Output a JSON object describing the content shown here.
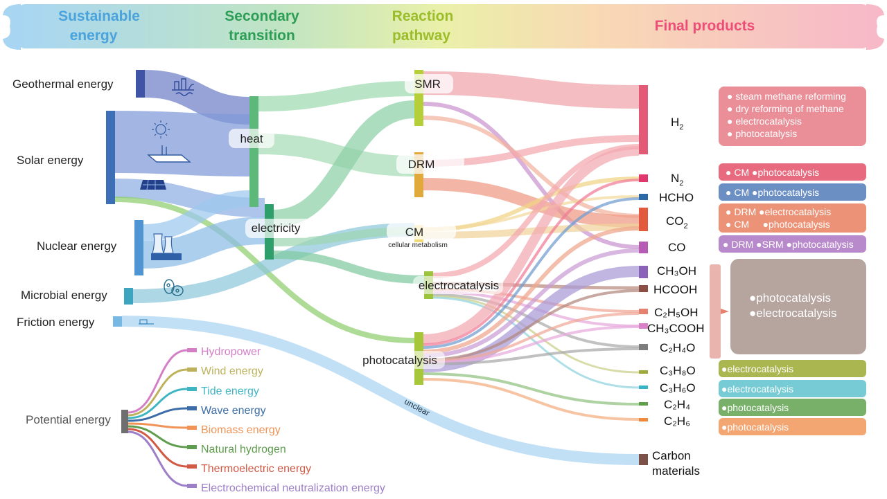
{
  "header": {
    "stages": [
      {
        "lines": [
          "Sustainable",
          "energy"
        ],
        "color": "#4aa3dc"
      },
      {
        "lines": [
          "Secondary",
          "transition"
        ],
        "color": "#2e9e56"
      },
      {
        "lines": [
          "Reaction",
          "pathway"
        ],
        "color": "#9bbd2a"
      },
      {
        "lines": [
          "Final products"
        ],
        "color": "#ee4d78"
      }
    ]
  },
  "sources": [
    {
      "id": "geo",
      "label": "Geothermal energy",
      "color": "#3f54a6",
      "icon": "geothermal-icon"
    },
    {
      "id": "solar",
      "label": "Solar energy",
      "color": "#3c6fb6",
      "icon": "solar-panel-icon"
    },
    {
      "id": "nuclear",
      "label": "Nuclear energy",
      "color": "#4f95d3",
      "icon": "nuclear-plant-icon"
    },
    {
      "id": "microbial",
      "label": "Microbial energy",
      "color": "#3ea5c1",
      "icon": "microbe-icon"
    },
    {
      "id": "friction",
      "label": "Friction energy",
      "color": "#78b9e3",
      "icon": "friction-icon"
    }
  ],
  "transitions": [
    {
      "id": "heat",
      "label": "heat",
      "color": "#5cb97a"
    },
    {
      "id": "elec",
      "label": "electricity",
      "color": "#2e9e6a"
    }
  ],
  "pathways": [
    {
      "id": "smr",
      "label": "SMR",
      "color": "#b5cf3a"
    },
    {
      "id": "drm",
      "label": "DRM",
      "color": "#e0a93a"
    },
    {
      "id": "cm",
      "label": "CM",
      "sublabel": "cellular metabolism",
      "color": "#f0dc76"
    },
    {
      "id": "ec",
      "label": "electrocatalysis",
      "color": "#9cc43c"
    },
    {
      "id": "pc",
      "label": "photocatalysis",
      "color": "#a7c73a"
    }
  ],
  "products": [
    {
      "id": "h2",
      "label": "H",
      "sub": "2",
      "color": "#e35a77"
    },
    {
      "id": "n2",
      "label": "N",
      "sub": "2",
      "color": "#e2376d"
    },
    {
      "id": "hcho",
      "label": "HCHO",
      "color": "#2c6aa7"
    },
    {
      "id": "co2",
      "label": "CO",
      "sub": "2",
      "color": "#e2593e"
    },
    {
      "id": "co",
      "label": "CO",
      "color": "#b65cb5"
    },
    {
      "id": "ch3oh",
      "label": "CH₃OH",
      "color": "#8a63b8"
    },
    {
      "id": "hcooh",
      "label": "HCOOH",
      "color": "#8c4e45"
    },
    {
      "id": "c2h5oh",
      "label": "C₂H₅OH",
      "color": "#e5816e"
    },
    {
      "id": "ch3cooh",
      "label": "CH₃COOH",
      "color": "#d982c7"
    },
    {
      "id": "c2h4o",
      "label": "C₂H₄O",
      "color": "#7d7d7d"
    },
    {
      "id": "c3h8o",
      "label": "C₃H₈O",
      "color": "#a0a93d"
    },
    {
      "id": "c3h6o",
      "label": "C₃H₆O",
      "color": "#3bb3c7"
    },
    {
      "id": "c2h4",
      "label": "C₂H₄",
      "color": "#5f9f4b"
    },
    {
      "id": "c2h6",
      "label": "C₂H₆",
      "color": "#ef8a3d"
    },
    {
      "id": "carbon",
      "label": "Carbon",
      "label2": "materials",
      "color": "#7b5148"
    }
  ],
  "flow_labels": {
    "unclear": "unclear"
  },
  "potential": {
    "label": "Potential energy",
    "items": [
      {
        "label": "Hydropower",
        "color": "#d37fc6"
      },
      {
        "label": "Wind energy",
        "color": "#bdb25c"
      },
      {
        "label": "Tide energy",
        "color": "#3fb4c3"
      },
      {
        "label": "Wave energy",
        "color": "#3c6da8"
      },
      {
        "label": "Biomass energy",
        "color": "#ef9357"
      },
      {
        "label": "Natural hydrogen",
        "color": "#5e9d4d"
      },
      {
        "label": "Thermoelectric energy",
        "color": "#d05a45"
      },
      {
        "label": "Electrochemical neutralization energy",
        "color": "#9c7fc8"
      }
    ]
  },
  "notes": [
    {
      "lines": [
        "● steam methane reforming",
        "● dry reforming of methane",
        "● electrocatalysis",
        "● photocatalysis"
      ],
      "color": "#ea8e98"
    },
    {
      "lines": [
        "● CM ●photocatalysis"
      ],
      "color": "#e86a7e"
    },
    {
      "lines": [
        "● CM ●photocatalysis"
      ],
      "color": "#6b8fc3"
    },
    {
      "lines": [
        "● DRM ●electrocatalysis",
        "● CM     ●photocatalysis"
      ],
      "color": "#ec9377"
    },
    {
      "lines": [
        "● DRM ●SRM ●photocatalysis"
      ],
      "color": "#b98acb"
    },
    {
      "lines": [
        "●photocatalysis",
        "●electrocatalysis"
      ],
      "color": "#b6a49f"
    },
    {
      "lines": [
        "●electrocatalysis"
      ],
      "color": "#aab64f"
    },
    {
      "lines": [
        "●electrocatalysis"
      ],
      "color": "#76cbd4"
    },
    {
      "lines": [
        "●photocatalysis"
      ],
      "color": "#78b06a"
    },
    {
      "lines": [
        "●photocatalysis"
      ],
      "color": "#f3a672"
    }
  ]
}
